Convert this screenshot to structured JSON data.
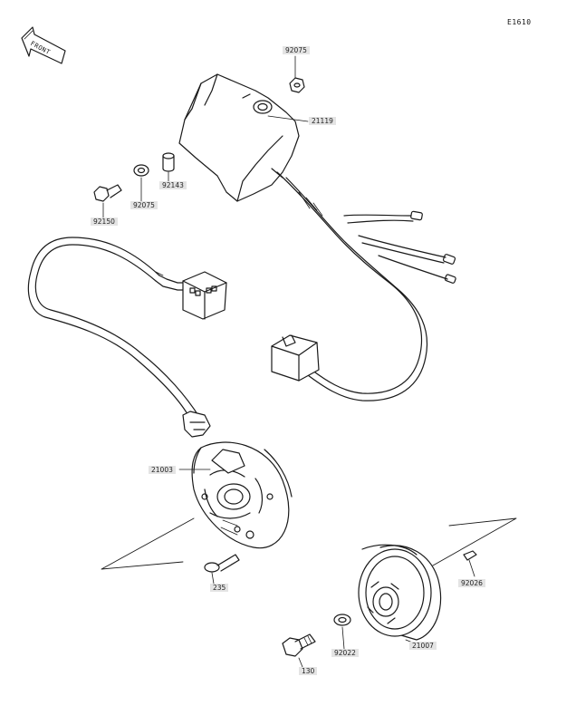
{
  "diagram_code": "E1610",
  "front_label": "FRONT",
  "labels": {
    "l92075a": "92075",
    "l21119": "21119",
    "l92143": "92143",
    "l92075b": "92075",
    "l92150": "92150",
    "l21003": "21003",
    "l235": "235",
    "l92026": "92026",
    "l21007": "21007",
    "l92022": "92022",
    "l130": "130"
  }
}
